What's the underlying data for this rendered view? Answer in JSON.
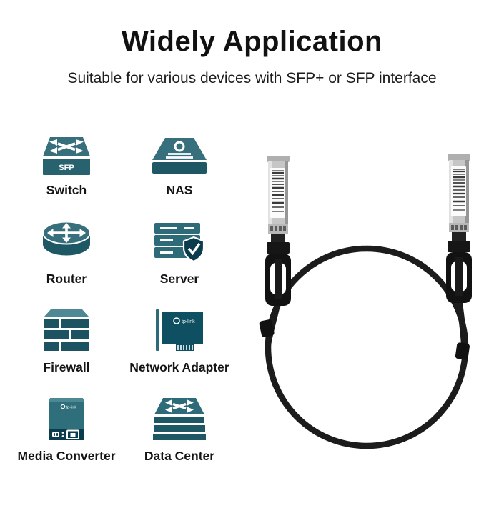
{
  "header": {
    "title": "Widely Application",
    "subtitle": "Suitable for various devices with SFP+ or SFP interface"
  },
  "brand": {
    "wordmark": "tp-link"
  },
  "devices": [
    {
      "label": "Switch",
      "icon": "switch-icon",
      "badge": "SFP"
    },
    {
      "label": "NAS",
      "icon": "nas-icon"
    },
    {
      "label": "Router",
      "icon": "router-icon"
    },
    {
      "label": "Server",
      "icon": "server-icon"
    },
    {
      "label": "Firewall",
      "icon": "firewall-icon"
    },
    {
      "label": "Network Adapter",
      "icon": "network-adapter-icon"
    },
    {
      "label": "Media Converter",
      "icon": "media-converter-icon"
    },
    {
      "label": "Data Center",
      "icon": "data-center-icon"
    }
  ],
  "colors": {
    "background": "#FFFFFF",
    "text": "#141414",
    "icon_teal_mid": "#37707C",
    "icon_teal_dark": "#1E5864",
    "icon_teal_deep": "#0B3C4E",
    "icon_teal_light": "#4D8894",
    "icon_card_teal": "#0E5062",
    "cable_black": "#1C1C1C",
    "connector_silver": "#C6C6C6"
  }
}
